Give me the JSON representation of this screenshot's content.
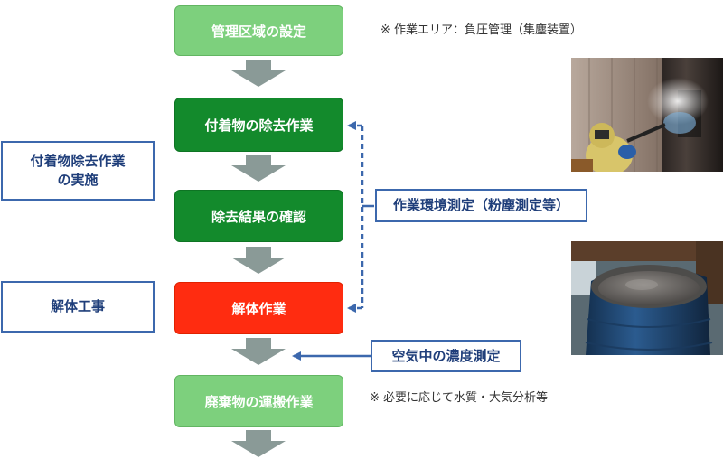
{
  "flow": {
    "step1": "管理区域の設定",
    "step2": "付着物の除去作業",
    "step3": "除去結果の確認",
    "step4": "解体作業",
    "step5": "廃棄物の運搬作業"
  },
  "phases": {
    "removal": "付着物除去作業\nの実施",
    "demolition": "解体工事"
  },
  "measurements": {
    "environment": "作業環境測定（粉塵測定等）",
    "air": "空気中の濃度測定"
  },
  "notes": {
    "work_area": "※ 作業エリア：負圧管理（集塵装置）",
    "analysis": "※ 必要に応じて水質・大気分析等"
  },
  "colors": {
    "light_green": "#7dd07d",
    "dark_green": "#138a2c",
    "red": "#ff2c10",
    "arrow_gray": "#8a9a97",
    "blue": "#3c68ad"
  }
}
